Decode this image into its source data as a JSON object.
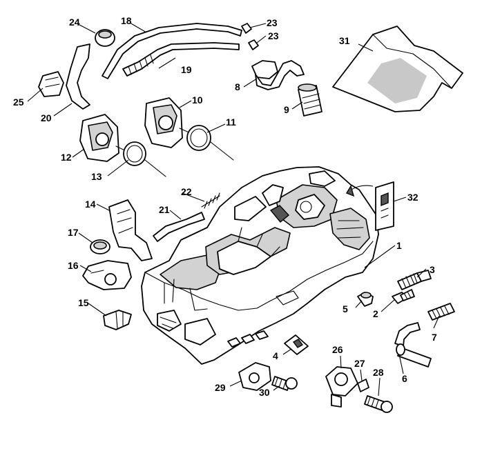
{
  "callouts": [
    {
      "id": "1",
      "label": "1"
    },
    {
      "id": "2",
      "label": "2"
    },
    {
      "id": "3",
      "label": "3"
    },
    {
      "id": "4",
      "label": "4"
    },
    {
      "id": "5",
      "label": "5"
    },
    {
      "id": "6",
      "label": "6"
    },
    {
      "id": "7",
      "label": "7"
    },
    {
      "id": "8",
      "label": "8"
    },
    {
      "id": "9",
      "label": "9"
    },
    {
      "id": "10",
      "label": "10"
    },
    {
      "id": "11",
      "label": "11"
    },
    {
      "id": "12",
      "label": "12"
    },
    {
      "id": "13",
      "label": "13"
    },
    {
      "id": "14",
      "label": "14"
    },
    {
      "id": "15",
      "label": "15"
    },
    {
      "id": "16",
      "label": "16"
    },
    {
      "id": "17",
      "label": "17"
    },
    {
      "id": "18",
      "label": "18"
    },
    {
      "id": "19",
      "label": "19"
    },
    {
      "id": "20",
      "label": "20"
    },
    {
      "id": "21",
      "label": "21"
    },
    {
      "id": "22",
      "label": "22"
    },
    {
      "id": "23a",
      "label": "23"
    },
    {
      "id": "23b",
      "label": "23"
    },
    {
      "id": "24",
      "label": "24"
    },
    {
      "id": "25",
      "label": "25"
    },
    {
      "id": "26",
      "label": "26"
    },
    {
      "id": "27",
      "label": "27"
    },
    {
      "id": "28",
      "label": "28"
    },
    {
      "id": "29",
      "label": "29"
    },
    {
      "id": "30",
      "label": "30"
    },
    {
      "id": "31",
      "label": "31"
    },
    {
      "id": "32",
      "label": "32"
    }
  ]
}
